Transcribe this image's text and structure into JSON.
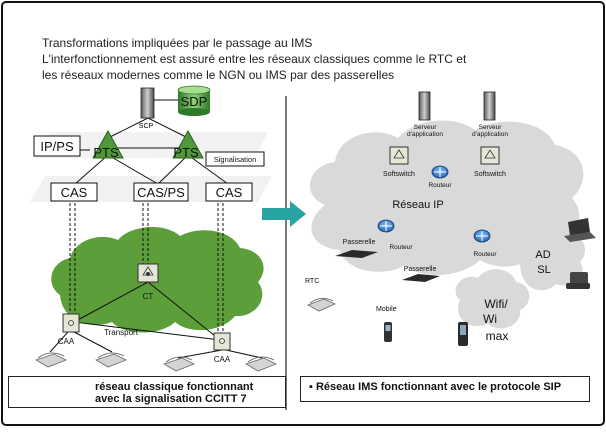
{
  "header": {
    "line1": "Transformations impliquées par le passage au IMS",
    "line2": "L'interfonctionnement est assuré entre les réseaux classiques comme le RTC et",
    "line3": "les réseaux modernes comme le NGN ou IMS par des passerelles"
  },
  "left": {
    "sdp": "SDP",
    "scp": "SCP",
    "ip_ps": "IP/PS",
    "pts_left": "PTS",
    "pts_right": "PTS",
    "signalisation": "Signalisation",
    "cas_left": "CAS",
    "cas_ps": "CAS/PS",
    "cas_right": "CAS",
    "ct": "CT",
    "caa_left": "CAA",
    "caa_right": "CAA",
    "transport": "Transport",
    "caption_line1": "réseau classique fonctionnant",
    "caption_line2": "avec la signalisation CCITT 7"
  },
  "right": {
    "server_label_line1": "Serveur",
    "server_label_line2": "d'application",
    "softswitch": "Softswitch",
    "routeur": "Routeur",
    "reseau_ip": "Réseau IP",
    "passerelle": "Passerelle",
    "rtc": "RTC",
    "mobile": "Mobile",
    "adsl_line1": "AD",
    "adsl_line2": "SL",
    "wifi_line1": "Wifi/",
    "wifi_line2": "Wi",
    "wifi_line3": "max",
    "caption": "Réseau IMS fonctionnant avec le protocole SIP"
  },
  "colors": {
    "green": "#5c9e3a",
    "cloud_gray": "#d9d9d9",
    "arrow": "#2aa3a3",
    "router_blue": "#1f6fc1"
  }
}
